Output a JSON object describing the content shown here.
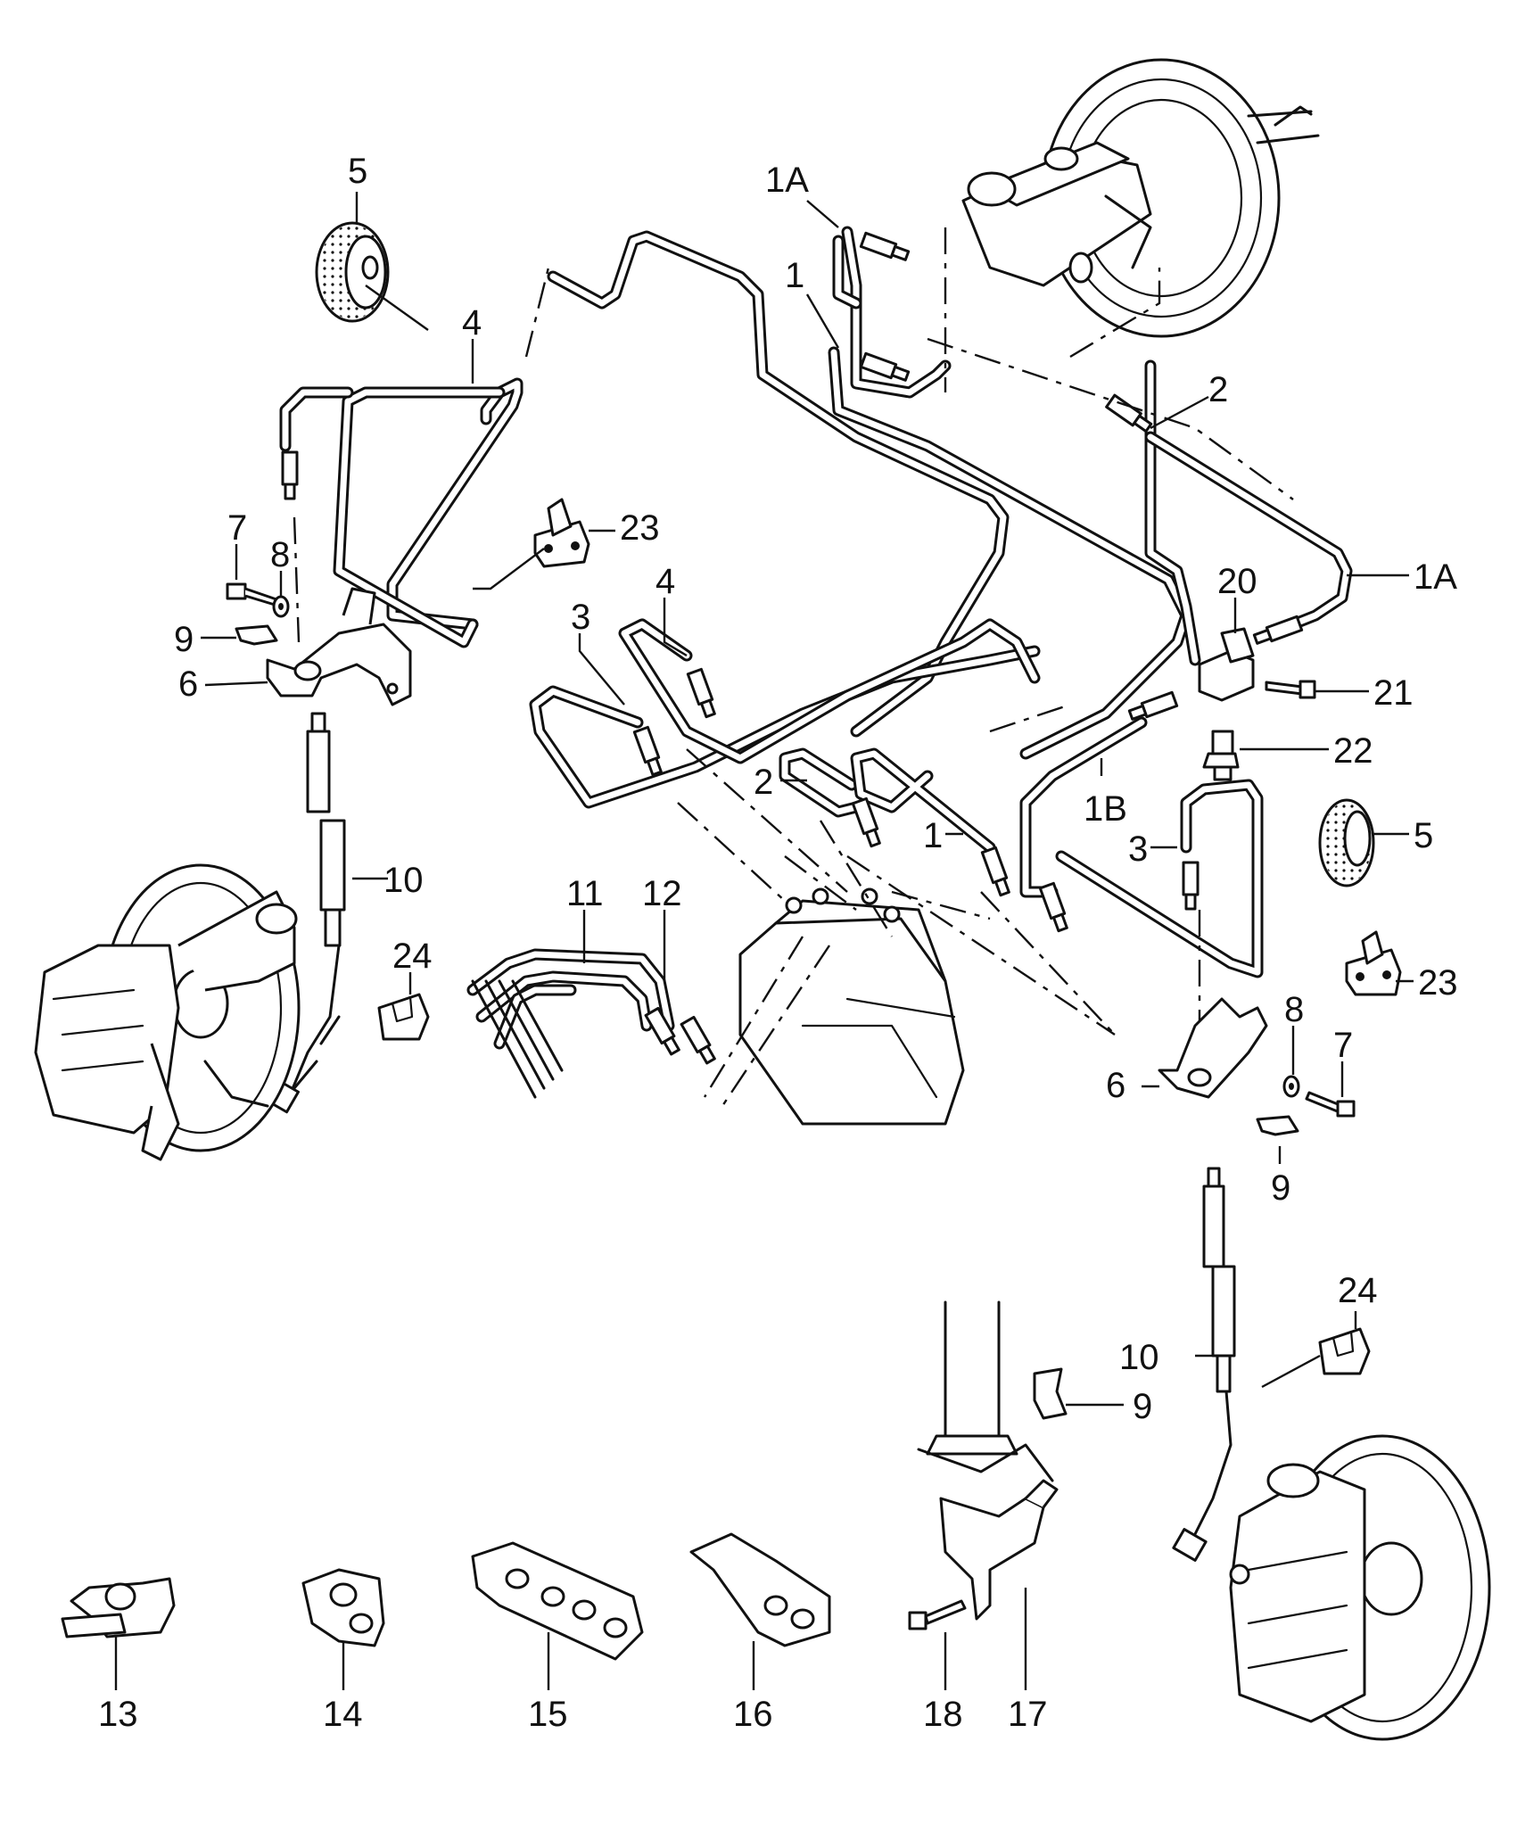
{
  "callouts": [
    {
      "id": "c5a",
      "text": "5"
    },
    {
      "id": "c1Aa",
      "text": "1A"
    },
    {
      "id": "c1a",
      "text": "1"
    },
    {
      "id": "c4a",
      "text": "4"
    },
    {
      "id": "c2a",
      "text": "2"
    },
    {
      "id": "c23a",
      "text": "23"
    },
    {
      "id": "c7a",
      "text": "7"
    },
    {
      "id": "c8a",
      "text": "8"
    },
    {
      "id": "c9a",
      "text": "9"
    },
    {
      "id": "c6a",
      "text": "6"
    },
    {
      "id": "c20",
      "text": "20"
    },
    {
      "id": "c1Ab",
      "text": "1A"
    },
    {
      "id": "c3a",
      "text": "3"
    },
    {
      "id": "c4b",
      "text": "4"
    },
    {
      "id": "c21",
      "text": "21"
    },
    {
      "id": "c22",
      "text": "22"
    },
    {
      "id": "c2b",
      "text": "2"
    },
    {
      "id": "c1b",
      "text": "1"
    },
    {
      "id": "c1B",
      "text": "1B"
    },
    {
      "id": "c3b",
      "text": "3"
    },
    {
      "id": "c5b",
      "text": "5"
    },
    {
      "id": "c10a",
      "text": "10"
    },
    {
      "id": "c11",
      "text": "11"
    },
    {
      "id": "c12",
      "text": "12"
    },
    {
      "id": "c24a",
      "text": "24"
    },
    {
      "id": "c23b",
      "text": "23"
    },
    {
      "id": "c8b",
      "text": "8"
    },
    {
      "id": "c7b",
      "text": "7"
    },
    {
      "id": "c6b",
      "text": "6"
    },
    {
      "id": "c9b",
      "text": "9"
    },
    {
      "id": "c24b",
      "text": "24"
    },
    {
      "id": "c10b",
      "text": "10"
    },
    {
      "id": "c9c",
      "text": "9"
    },
    {
      "id": "c13",
      "text": "13"
    },
    {
      "id": "c14",
      "text": "14"
    },
    {
      "id": "c15",
      "text": "15"
    },
    {
      "id": "c16",
      "text": "16"
    },
    {
      "id": "c18",
      "text": "18"
    },
    {
      "id": "c17",
      "text": "17"
    }
  ]
}
